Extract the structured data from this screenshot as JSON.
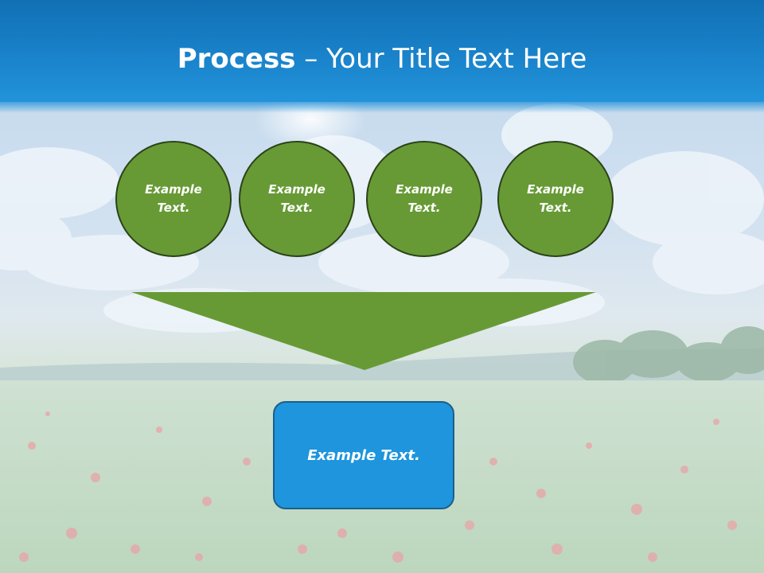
{
  "title": {
    "bold": "Process",
    "rest": " – Your Title Text Here"
  },
  "circles": [
    {
      "text": "Example Text."
    },
    {
      "text": "Example Text."
    },
    {
      "text": "Example Text."
    },
    {
      "text": "Example Text."
    }
  ],
  "result_box": {
    "text": "Example Text."
  },
  "colors": {
    "title_band": "#1a84cc",
    "circle_fill": "#679a35",
    "circle_border": "#2b4318",
    "funnel_fill": "#679a35",
    "box_fill": "#1e95dc",
    "box_border": "#1b5f8c"
  }
}
